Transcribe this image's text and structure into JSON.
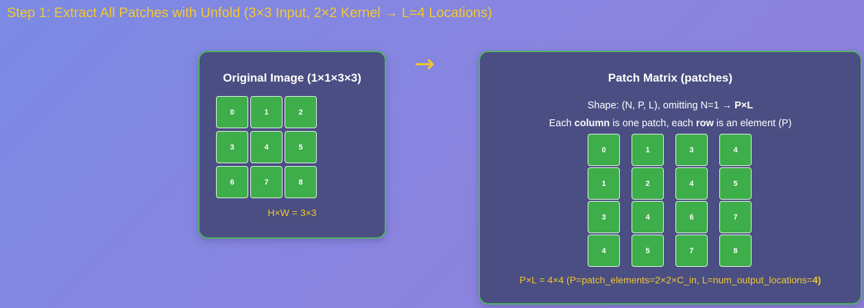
{
  "step_title": "Step 1: Extract All Patches with Unfold (3×3 Input, 2×2 Kernel → L=4 Locations)",
  "flow_arrow": "→",
  "original": {
    "title": "Original Image (1×1×3×3)",
    "cells": [
      [
        "0",
        "1",
        "2"
      ],
      [
        "3",
        "4",
        "5"
      ],
      [
        "6",
        "7",
        "8"
      ]
    ],
    "caption": "H×W = 3×3"
  },
  "patches": {
    "title": "Patch Matrix (patches)",
    "shape_prefix": "Shape: (N, P, L), omitting N=1 → ",
    "shape_emph": "P×L",
    "desc_1": "Each ",
    "desc_column": "column",
    "desc_2": " is one patch, each ",
    "desc_row": "row",
    "desc_3": " is an element (P)",
    "rows": [
      [
        "0",
        "1",
        "3",
        "4"
      ],
      [
        "1",
        "2",
        "4",
        "5"
      ],
      [
        "3",
        "4",
        "6",
        "7"
      ],
      [
        "4",
        "5",
        "7",
        "8"
      ]
    ],
    "caption_prefix": "P×L = 4×4 (P=patch_elements=2×2×C_in, L=num_output_locations=",
    "caption_emph": "4)"
  },
  "colors": {
    "title": "#f3c82e",
    "panel_bg": "#4a4e82",
    "panel_border": "#4fb462",
    "cell_fill": "#3dae49"
  }
}
